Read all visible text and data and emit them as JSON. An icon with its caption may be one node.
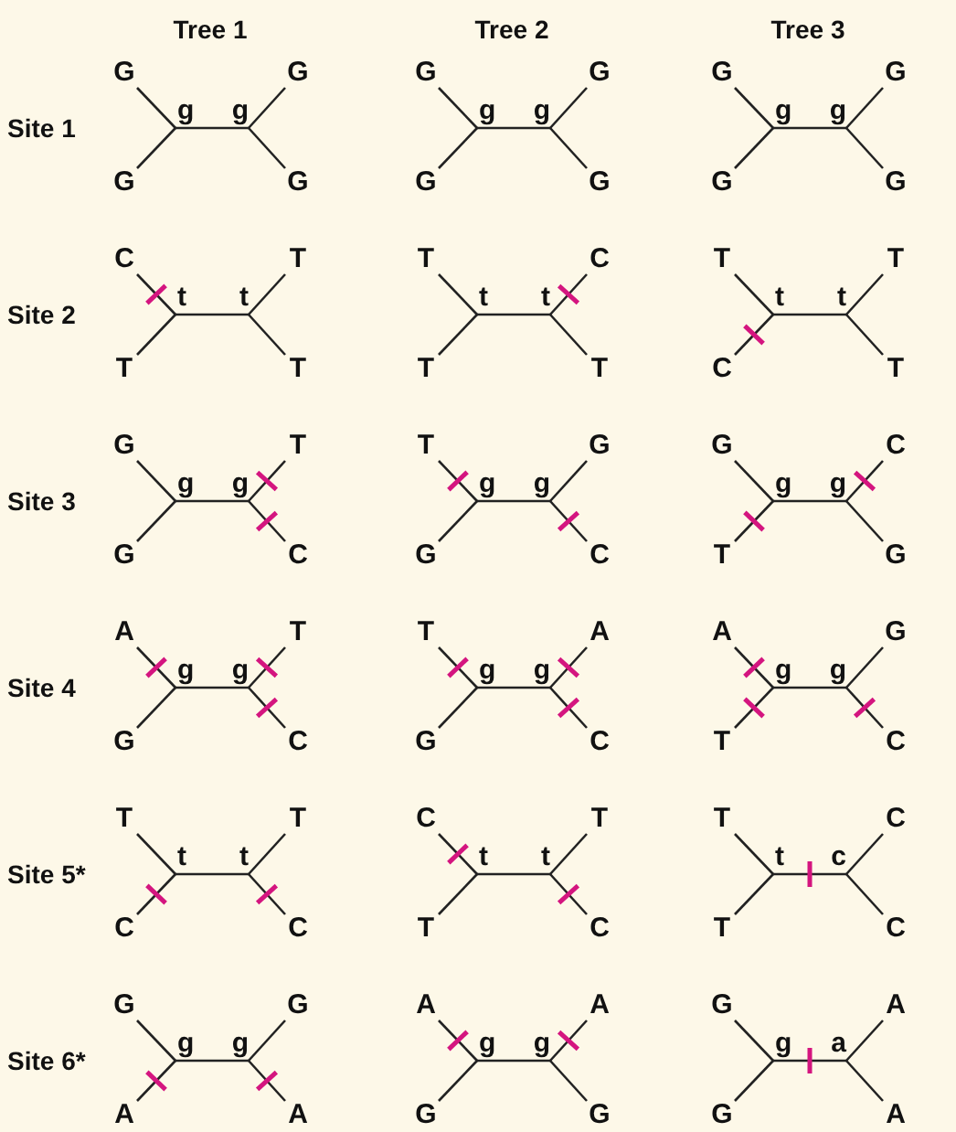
{
  "diagram": {
    "nodes": [
      {
        "text": [
          "G"
        ]
      },
      {
        "text": [
          "G"
        ]
      },
      {
        "text": [
          "g"
        ]
      },
      {
        "text": [
          "g"
        ]
      },
      {
        "text": [
          "G"
        ]
      },
      {
        "text": [
          "G"
        ]
      },
      {
        "text": [
          "G"
        ]
      },
      {
        "text": [
          "G"
        ]
      },
      {
        "text": [
          "g"
        ]
      },
      {
        "text": [
          "g"
        ]
      },
      {
        "text": [
          "G"
        ]
      },
      {
        "text": [
          "G"
        ]
      },
      {
        "text": [
          "G"
        ]
      },
      {
        "text": [
          "G"
        ]
      },
      {
        "text": [
          "g"
        ]
      },
      {
        "text": [
          "g"
        ]
      },
      {
        "text": [
          "G"
        ]
      },
      {
        "text": [
          "G"
        ]
      },
      {
        "text": [
          "C"
        ]
      },
      {
        "text": [
          "T"
        ]
      },
      {
        "text": [
          "t"
        ]
      },
      {
        "text": [
          "t"
        ]
      },
      {
        "text": [
          "T"
        ]
      },
      {
        "text": [
          "T"
        ]
      },
      {
        "text": [
          "T"
        ]
      },
      {
        "text": [
          "C"
        ]
      },
      {
        "text": [
          "t"
        ]
      },
      {
        "text": [
          "t"
        ]
      },
      {
        "text": [
          "T"
        ]
      },
      {
        "text": [
          "T"
        ]
      },
      {
        "text": [
          "T"
        ]
      },
      {
        "text": [
          "T"
        ]
      },
      {
        "text": [
          "t"
        ]
      },
      {
        "text": [
          "t"
        ]
      },
      {
        "text": [
          "C"
        ]
      },
      {
        "text": [
          "T"
        ]
      },
      {
        "text": [
          "G"
        ]
      },
      {
        "text": [
          "T"
        ]
      },
      {
        "text": [
          "g"
        ]
      },
      {
        "text": [
          "g"
        ]
      },
      {
        "text": [
          "G"
        ]
      },
      {
        "text": [
          "C"
        ]
      },
      {
        "text": [
          "T"
        ]
      },
      {
        "text": [
          "G"
        ]
      },
      {
        "text": [
          "g"
        ]
      },
      {
        "text": [
          "g"
        ]
      },
      {
        "text": [
          "G"
        ]
      },
      {
        "text": [
          "C"
        ]
      },
      {
        "text": [
          "G"
        ]
      },
      {
        "text": [
          "C"
        ]
      },
      {
        "text": [
          "g"
        ]
      },
      {
        "text": [
          "g"
        ]
      },
      {
        "text": [
          "T"
        ]
      },
      {
        "text": [
          "G"
        ]
      },
      {
        "text": [
          "A"
        ]
      },
      {
        "text": [
          "T"
        ]
      },
      {
        "text": [
          "g"
        ]
      },
      {
        "text": [
          "g"
        ]
      },
      {
        "text": [
          "G"
        ]
      },
      {
        "text": [
          "C"
        ]
      },
      {
        "text": [
          "T"
        ]
      },
      {
        "text": [
          "A"
        ]
      },
      {
        "text": [
          "g"
        ]
      },
      {
        "text": [
          "g"
        ]
      },
      {
        "text": [
          "G"
        ]
      },
      {
        "text": [
          "C"
        ]
      },
      {
        "text": [
          "A"
        ]
      },
      {
        "text": [
          "G"
        ]
      },
      {
        "text": [
          "g"
        ]
      },
      {
        "text": [
          "g"
        ]
      },
      {
        "text": [
          "T"
        ]
      },
      {
        "text": [
          "C"
        ]
      },
      {
        "text": [
          "T"
        ]
      },
      {
        "text": [
          "T"
        ]
      },
      {
        "text": [
          "t"
        ]
      },
      {
        "text": [
          "t"
        ]
      },
      {
        "text": [
          "C"
        ]
      },
      {
        "text": [
          "C"
        ]
      },
      {
        "text": [
          "C"
        ]
      },
      {
        "text": [
          "T"
        ]
      },
      {
        "text": [
          "t"
        ]
      },
      {
        "text": [
          "t"
        ]
      },
      {
        "text": [
          "T"
        ]
      },
      {
        "text": [
          "C"
        ]
      },
      {
        "text": [
          "T"
        ]
      },
      {
        "text": [
          "C"
        ]
      },
      {
        "text": [
          "t"
        ]
      },
      {
        "text": [
          "c"
        ]
      },
      {
        "text": [
          "T"
        ]
      },
      {
        "text": [
          "C"
        ]
      },
      {
        "text": [
          "G"
        ]
      },
      {
        "text": [
          "G"
        ]
      },
      {
        "text": [
          "g"
        ]
      },
      {
        "text": [
          "g"
        ]
      },
      {
        "text": [
          "A"
        ]
      },
      {
        "text": [
          "A"
        ]
      },
      {
        "text": [
          "A"
        ]
      },
      {
        "text": [
          "A"
        ]
      },
      {
        "text": [
          "g"
        ]
      },
      {
        "text": [
          "g"
        ]
      },
      {
        "text": [
          "G"
        ]
      },
      {
        "text": [
          "G"
        ]
      },
      {
        "text": [
          "G"
        ]
      },
      {
        "text": [
          "A"
        ]
      },
      {
        "text": [
          "g"
        ]
      },
      {
        "text": [
          "a"
        ]
      },
      {
        "text": [
          "G"
        ]
      },
      {
        "text": [
          "A"
        ]
      }
    ],
    "edges": [
      {
        "from": 0,
        "to": 2,
        "arrow": "none"
      },
      {
        "from": 4,
        "to": 2,
        "arrow": "none"
      },
      {
        "from": 2,
        "to": 3,
        "arrow": "none"
      },
      {
        "from": 3,
        "to": 1,
        "arrow": "none"
      },
      {
        "from": 3,
        "to": 5,
        "arrow": "none"
      },
      {
        "from": 6,
        "to": 8,
        "arrow": "none"
      },
      {
        "from": 10,
        "to": 8,
        "arrow": "none"
      },
      {
        "from": 8,
        "to": 9,
        "arrow": "none"
      },
      {
        "from": 9,
        "to": 7,
        "arrow": "none"
      },
      {
        "from": 9,
        "to": 11,
        "arrow": "none"
      },
      {
        "from": 12,
        "to": 14,
        "arrow": "none"
      },
      {
        "from": 16,
        "to": 14,
        "arrow": "none"
      },
      {
        "from": 14,
        "to": 15,
        "arrow": "none"
      },
      {
        "from": 15,
        "to": 13,
        "arrow": "none"
      },
      {
        "from": 15,
        "to": 17,
        "arrow": "none"
      },
      {
        "from": 18,
        "to": 20,
        "arrow": "none"
      },
      {
        "from": 22,
        "to": 20,
        "arrow": "none"
      },
      {
        "from": 20,
        "to": 21,
        "arrow": "none"
      },
      {
        "from": 21,
        "to": 19,
        "arrow": "none"
      },
      {
        "from": 21,
        "to": 23,
        "arrow": "none"
      },
      {
        "from": 24,
        "to": 26,
        "arrow": "none"
      },
      {
        "from": 28,
        "to": 26,
        "arrow": "none"
      },
      {
        "from": 26,
        "to": 27,
        "arrow": "none"
      },
      {
        "from": 27,
        "to": 25,
        "arrow": "none"
      },
      {
        "from": 27,
        "to": 29,
        "arrow": "none"
      },
      {
        "from": 30,
        "to": 32,
        "arrow": "none"
      },
      {
        "from": 34,
        "to": 32,
        "arrow": "none"
      },
      {
        "from": 32,
        "to": 33,
        "arrow": "none"
      },
      {
        "from": 33,
        "to": 31,
        "arrow": "none"
      },
      {
        "from": 33,
        "to": 35,
        "arrow": "none"
      },
      {
        "from": 36,
        "to": 38,
        "arrow": "none"
      },
      {
        "from": 40,
        "to": 38,
        "arrow": "none"
      },
      {
        "from": 38,
        "to": 39,
        "arrow": "none"
      },
      {
        "from": 39,
        "to": 37,
        "arrow": "none"
      },
      {
        "from": 39,
        "to": 41,
        "arrow": "none"
      },
      {
        "from": 42,
        "to": 44,
        "arrow": "none"
      },
      {
        "from": 46,
        "to": 44,
        "arrow": "none"
      },
      {
        "from": 44,
        "to": 45,
        "arrow": "none"
      },
      {
        "from": 45,
        "to": 43,
        "arrow": "none"
      },
      {
        "from": 45,
        "to": 47,
        "arrow": "none"
      },
      {
        "from": 48,
        "to": 50,
        "arrow": "none"
      },
      {
        "from": 52,
        "to": 50,
        "arrow": "none"
      },
      {
        "from": 50,
        "to": 51,
        "arrow": "none"
      },
      {
        "from": 51,
        "to": 49,
        "arrow": "none"
      },
      {
        "from": 51,
        "to": 53,
        "arrow": "none"
      },
      {
        "from": 54,
        "to": 56,
        "arrow": "none"
      },
      {
        "from": 58,
        "to": 56,
        "arrow": "none"
      },
      {
        "from": 56,
        "to": 57,
        "arrow": "none"
      },
      {
        "from": 57,
        "to": 55,
        "arrow": "none"
      },
      {
        "from": 57,
        "to": 59,
        "arrow": "none"
      },
      {
        "from": 60,
        "to": 62,
        "arrow": "none"
      },
      {
        "from": 64,
        "to": 62,
        "arrow": "none"
      },
      {
        "from": 62,
        "to": 63,
        "arrow": "none"
      },
      {
        "from": 63,
        "to": 61,
        "arrow": "none"
      },
      {
        "from": 63,
        "to": 65,
        "arrow": "none"
      },
      {
        "from": 66,
        "to": 68,
        "arrow": "none"
      },
      {
        "from": 70,
        "to": 68,
        "arrow": "none"
      },
      {
        "from": 68,
        "to": 69,
        "arrow": "none"
      },
      {
        "from": 69,
        "to": 67,
        "arrow": "none"
      },
      {
        "from": 69,
        "to": 71,
        "arrow": "none"
      },
      {
        "from": 72,
        "to": 74,
        "arrow": "none"
      },
      {
        "from": 76,
        "to": 74,
        "arrow": "none"
      },
      {
        "from": 74,
        "to": 75,
        "arrow": "none"
      },
      {
        "from": 75,
        "to": 73,
        "arrow": "none"
      },
      {
        "from": 75,
        "to": 77,
        "arrow": "none"
      },
      {
        "from": 78,
        "to": 80,
        "arrow": "none"
      },
      {
        "from": 82,
        "to": 80,
        "arrow": "none"
      },
      {
        "from": 80,
        "to": 81,
        "arrow": "none"
      },
      {
        "from": 81,
        "to": 79,
        "arrow": "none"
      },
      {
        "from": 81,
        "to": 83,
        "arrow": "none"
      },
      {
        "from": 84,
        "to": 86,
        "arrow": "none"
      },
      {
        "from": 88,
        "to": 86,
        "arrow": "none"
      },
      {
        "from": 86,
        "to": 87,
        "arrow": "none"
      },
      {
        "from": 87,
        "to": 85,
        "arrow": "none"
      },
      {
        "from": 87,
        "to": 89,
        "arrow": "none"
      },
      {
        "from": 90,
        "to": 92,
        "arrow": "none"
      },
      {
        "from": 94,
        "to": 92,
        "arrow": "none"
      },
      {
        "from": 92,
        "to": 93,
        "arrow": "none"
      },
      {
        "from": 93,
        "to": 91,
        "arrow": "none"
      },
      {
        "from": 93,
        "to": 95,
        "arrow": "none"
      },
      {
        "from": 96,
        "to": 98,
        "arrow": "none"
      },
      {
        "from": 100,
        "to": 98,
        "arrow": "none"
      },
      {
        "from": 98,
        "to": 99,
        "arrow": "none"
      },
      {
        "from": 99,
        "to": 97,
        "arrow": "none"
      },
      {
        "from": 99,
        "to": 101,
        "arrow": "none"
      },
      {
        "from": 102,
        "to": 104,
        "arrow": "none"
      },
      {
        "from": 106,
        "to": 104,
        "arrow": "none"
      },
      {
        "from": 104,
        "to": 105,
        "arrow": "none"
      },
      {
        "from": 105,
        "to": 103,
        "arrow": "none"
      },
      {
        "from": 105,
        "to": 107,
        "arrow": "none"
      }
    ],
    "labels": [
      "Tree 1",
      "Tree 2",
      "Tree 3",
      "Site 1",
      "Site 2",
      "Site 3",
      "Site 4",
      "Site 5*",
      "Site 6*"
    ]
  }
}
